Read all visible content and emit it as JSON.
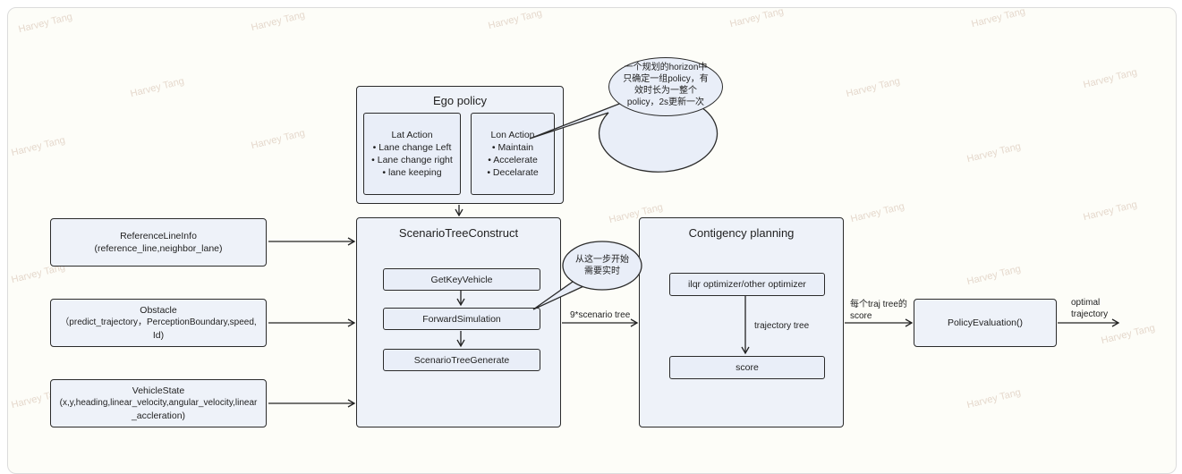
{
  "watermark": "Harvey Tang",
  "ego_policy": {
    "title": "Ego policy",
    "lat": {
      "heading": "Lat Action",
      "items": [
        "Lane change Left",
        "Lane change right",
        "lane keeping"
      ]
    },
    "lon": {
      "heading": "Lon Action",
      "items": [
        "Maintain",
        "Accelerate",
        "Decelarate"
      ]
    }
  },
  "callout_top": [
    "一个规划的horizon中",
    "只确定一组policy，有",
    "效时长为一整个",
    "policy，2s更新一次"
  ],
  "callout_mid": [
    "从这一步开始",
    "需要实时"
  ],
  "inputs": {
    "reference": [
      "ReferenceLineInfo",
      "(reference_line,neighbor_lane)"
    ],
    "obstacle": [
      "Obstacle",
      "（predict_trajectory，PerceptionBoundary,speed,",
      "Id)"
    ],
    "vehicle": [
      "VehicleState",
      "(x,y,heading,linear_velocity,angular_velocity,linear",
      "_accleration)"
    ]
  },
  "scenario": {
    "title": "ScenarioTreeConstruct",
    "steps": [
      "GetKeyVehicle",
      "ForwardSimulation",
      "ScenarioTreeGenerate"
    ]
  },
  "edge_scenario_tree": "9*scenario tree",
  "contingency": {
    "title": "Contigency planning",
    "optimizer": "ilqr  optimizer/other optimizer",
    "edge": "trajectory tree",
    "score": "score"
  },
  "edge_score": [
    "每个traj tree的",
    "score"
  ],
  "policy_eval": "PolicyEvaluation()",
  "edge_output": [
    "optimal",
    "trajectory"
  ]
}
